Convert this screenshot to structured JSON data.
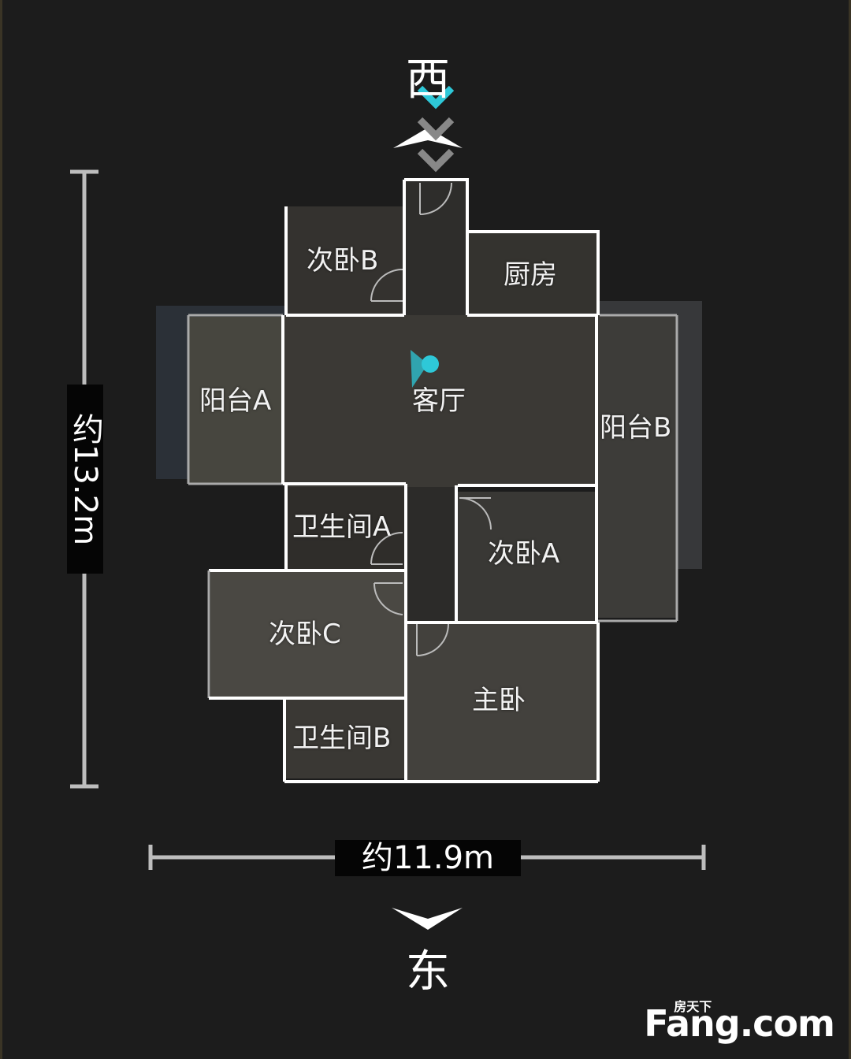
{
  "compass": {
    "top": "西",
    "bottom": "东"
  },
  "dimensions": {
    "height": "约13.2m",
    "width": "约11.9m"
  },
  "rooms": {
    "bedroom_b": "次卧B",
    "kitchen": "厨房",
    "balcony_a": "阳台A",
    "living_room": "客厅",
    "balcony_b": "阳台B",
    "bathroom_a": "卫生间A",
    "bedroom_a": "次卧A",
    "bedroom_c": "次卧C",
    "master_bedroom": "主卧",
    "bathroom_b": "卫生间B"
  },
  "logo": {
    "brand": "Fang.com",
    "sub": "房天下"
  },
  "colors": {
    "accent": "#2ec8d8",
    "wall": "#ffffff",
    "floor": "#3a3936",
    "background": "#1c1c1c"
  }
}
